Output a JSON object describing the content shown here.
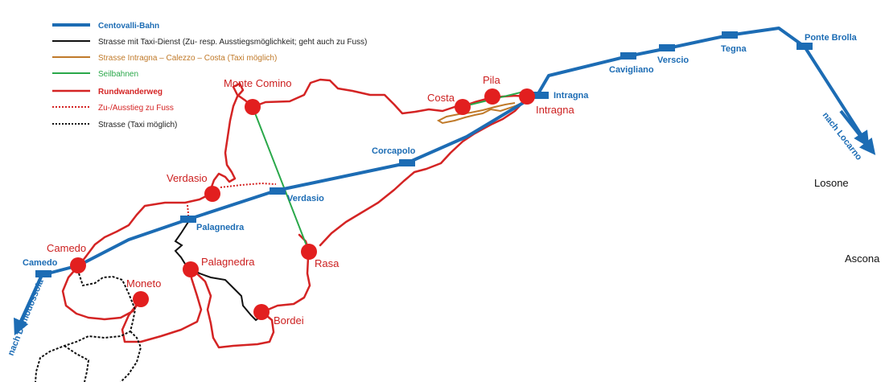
{
  "legend": {
    "railway": {
      "label": "Centovalli-Bahn",
      "color": "#1c6cb4"
    },
    "taxi_road": {
      "label": "Strasse mit Taxi-Dienst (Zu- resp. Ausstiegsmöglichkeit; geht auch zu Fuss)",
      "color": "#111111"
    },
    "costa_road": {
      "label": "Strasse Intragna – Calezzo – Costa (Taxi möglich)",
      "color": "#c07a2a"
    },
    "cable_car": {
      "label": "Seilbahnen",
      "color": "#2aa84a"
    },
    "hiking_loop": {
      "label": "Rundwanderweg",
      "color": "#d42424"
    },
    "foot_access": {
      "label": "Zu-/Ausstieg zu Fuss",
      "color": "#d42424"
    },
    "road_taxi": {
      "label": "Strasse (Taxi möglich)",
      "color": "#111111"
    }
  },
  "stations": {
    "camedo": "Camedo",
    "palagnedra": "Palagnedra",
    "verdasio": "Verdasio",
    "corcapolo": "Corcapolo",
    "intragna": "Intragna",
    "cavigliano": "Cavigliano",
    "verscio": "Verscio",
    "tegna": "Tegna",
    "ponte_brolla": "Ponte Brolla"
  },
  "villages": {
    "monte_comino": "Monte Comino",
    "costa": "Costa",
    "pila": "Pila",
    "intragna": "Intragna",
    "verdasio": "Verdasio",
    "camedo": "Camedo",
    "moneto": "Moneto",
    "palagnedra": "Palagnedra",
    "rasa": "Rasa",
    "bordei": "Bordei"
  },
  "places": {
    "losone": "Losone",
    "ascona": "Ascona"
  },
  "directions": {
    "locarno": "nach Locarno",
    "domodossola": "nach Domodossola"
  }
}
